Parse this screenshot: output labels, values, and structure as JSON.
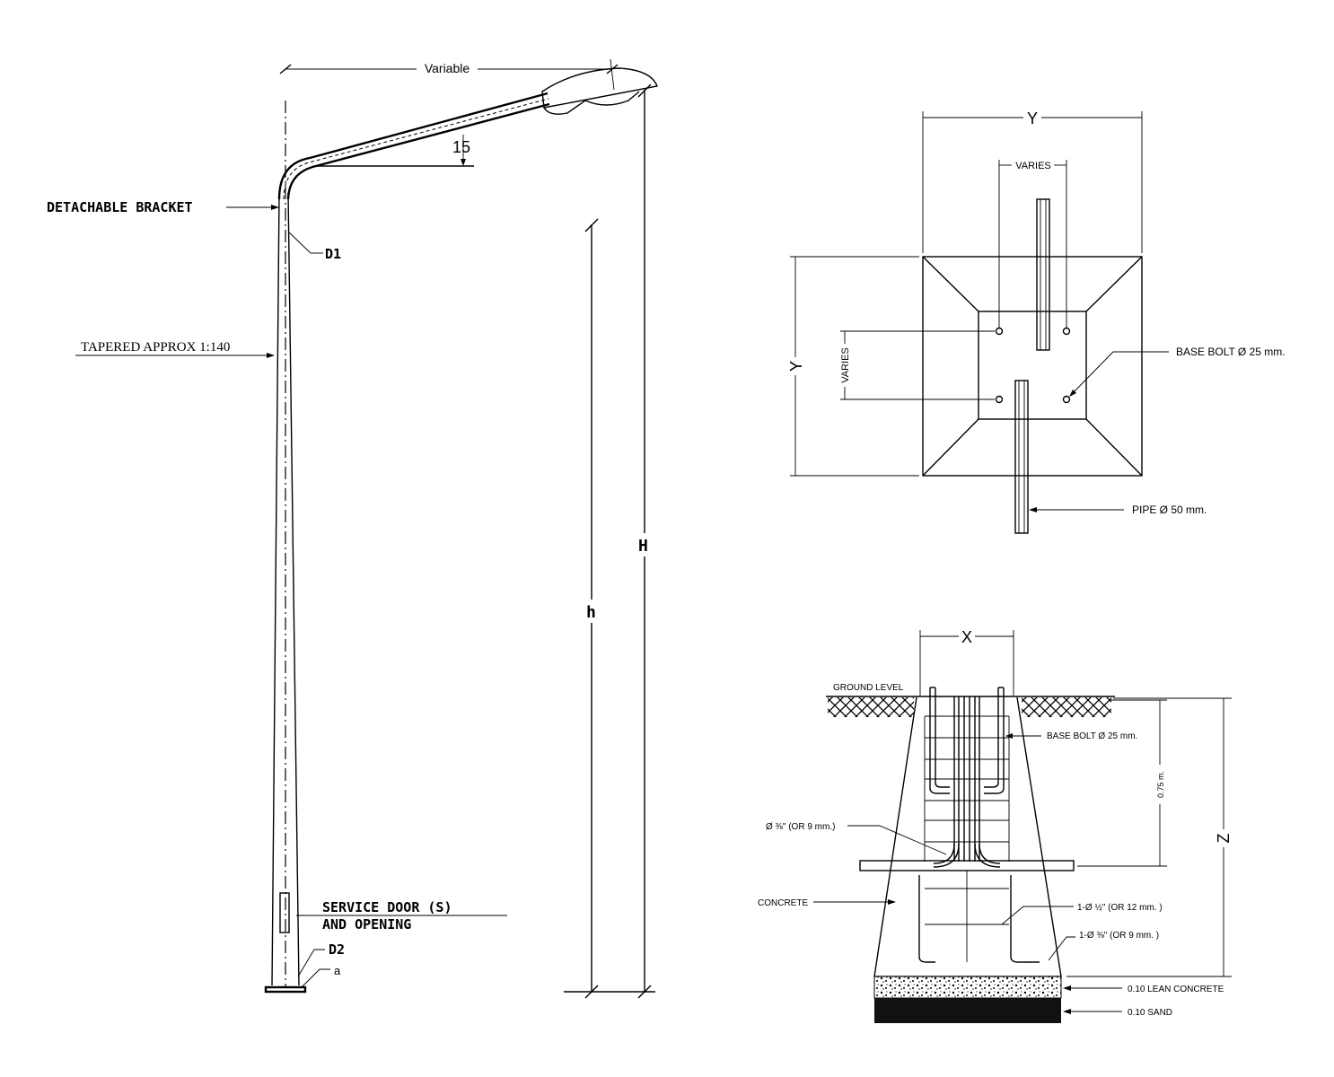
{
  "pole_elevation": {
    "variable_label": "Variable",
    "angle_label": "15",
    "detachable_bracket_label": "DETACHABLE BRACKET",
    "d1_label": "D1",
    "tapered_label": "TAPERED APPROX 1:140",
    "service_door_line1": "SERVICE DOOR (S)",
    "service_door_line2": "AND OPENING",
    "d2_label": "D2",
    "a_label": "a",
    "h_small_label": "h",
    "h_large_label": "H"
  },
  "base_plan": {
    "y_top_label": "Y",
    "varies_top_label": "VARIES",
    "y_left_label": "Y",
    "varies_left_label": "VARIES",
    "base_bolt_label": "BASE BOLT Ø 25 mm.",
    "pipe_label": "PIPE Ø 50 mm."
  },
  "foundation_section": {
    "x_label": "X",
    "ground_level_label": "GROUND LEVEL",
    "base_bolt_label": "BASE BOLT Ø 25 mm.",
    "depth_label": "0.75 m.",
    "z_label": "Z",
    "rebar_9mm_label": "Ø ⅜\" (OR 9 mm.)",
    "concrete_label": "CONCRETE",
    "rebar_12mm_label": "1-Ø ½\" (OR 12 mm. )",
    "rebar_9mm_b_label": "1-Ø ⅜\" (OR 9 mm. )",
    "lean_concrete_label": "0.10  LEAN CONCRETE",
    "sand_label": "0.10  SAND"
  }
}
